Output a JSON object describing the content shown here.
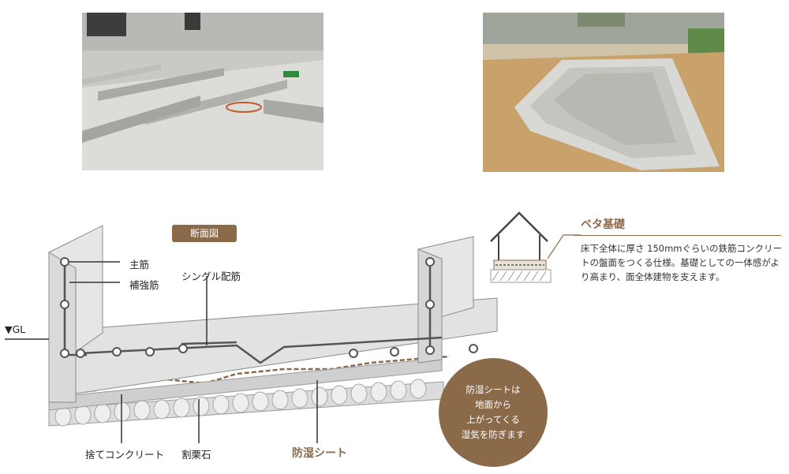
{
  "photos": {
    "left_alt": "foundation-photo",
    "right_alt": "ground-prep-photo"
  },
  "diagram": {
    "badge": "断面図",
    "labels": {
      "main_rebar": "主筋",
      "reinforcing_rebar": "補強筋",
      "single_rebar": "シングル配筋",
      "ground_level": "▼GL",
      "leveling_concrete": "捨てコンクリート",
      "crushed_stone": "割栗石",
      "moisture_sheet": "防湿シート"
    },
    "note_lines": [
      "防湿シートは",
      "地面から",
      "上がってくる",
      "湿気を防ぎます"
    ]
  },
  "info": {
    "title": "ベタ基礎",
    "body": "床下全体に厚さ 150mmぐらいの鉄筋コンクリートの盤面をつくる仕様。基礎としての一体感がより高まり、面全体建物を支えます。"
  },
  "colors": {
    "accent_brown": "#8b6a4a",
    "concrete": "#d9d9d9",
    "rebar": "#555555"
  }
}
